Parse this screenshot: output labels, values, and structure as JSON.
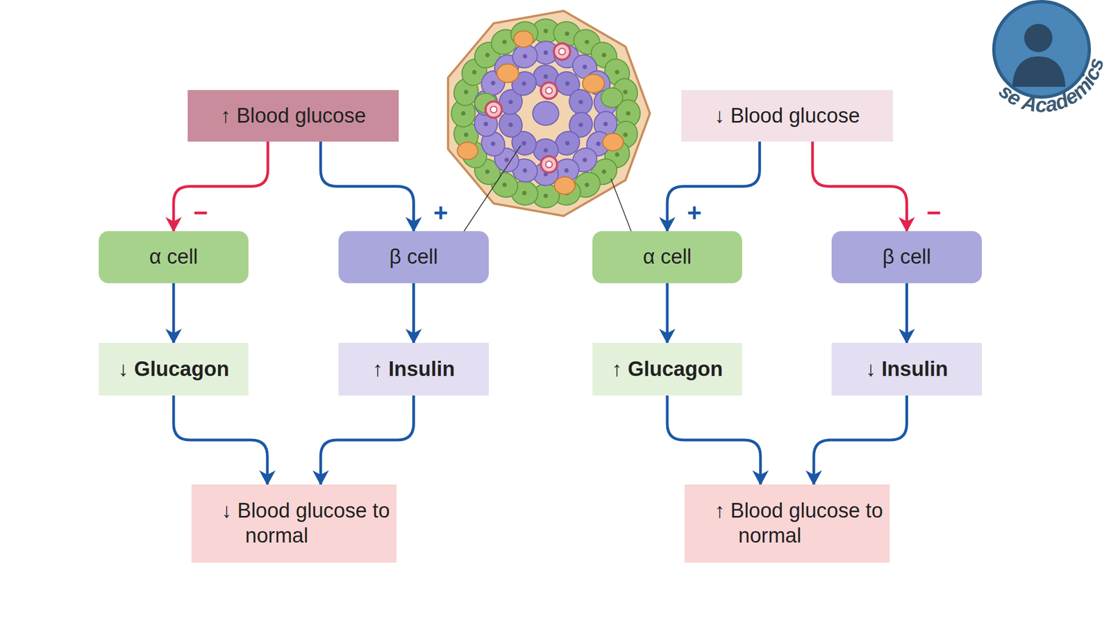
{
  "diagram": {
    "nodes": [
      {
        "text": [
          "↑ Blood glucose"
        ]
      },
      {
        "text": [
          "↓ Blood glucose"
        ]
      },
      {
        "text": [
          "α cell"
        ]
      },
      {
        "text": [
          "β cell"
        ]
      },
      {
        "text": [
          "α cell"
        ]
      },
      {
        "text": [
          "β cell"
        ]
      },
      {
        "text": [
          "↓ Glucagon"
        ]
      },
      {
        "text": [
          "↑ Insulin"
        ]
      },
      {
        "text": [
          "↑ Glucagon"
        ]
      },
      {
        "text": [
          "↓ Insulin"
        ]
      },
      {
        "text": [
          "↓ Blood glucose to normal"
        ]
      },
      {
        "text": [
          "↑ Blood glucose to normal"
        ]
      }
    ],
    "edges": [
      {
        "from": 0,
        "to": 2,
        "arrow": "to",
        "label": "−"
      },
      {
        "from": 0,
        "to": 3,
        "arrow": "to",
        "label": "+"
      },
      {
        "from": 1,
        "to": 4,
        "arrow": "to",
        "label": "+"
      },
      {
        "from": 1,
        "to": 5,
        "arrow": "to",
        "label": "−"
      },
      {
        "from": 2,
        "to": 6,
        "arrow": "to"
      },
      {
        "from": 3,
        "to": 7,
        "arrow": "to"
      },
      {
        "from": 4,
        "to": 8,
        "arrow": "to"
      },
      {
        "from": 5,
        "to": 9,
        "arrow": "to"
      },
      {
        "from": 6,
        "to": 10,
        "arrow": "to"
      },
      {
        "from": 7,
        "to": 10,
        "arrow": "to"
      },
      {
        "from": 8,
        "to": 11,
        "arrow": "to"
      },
      {
        "from": 9,
        "to": 11,
        "arrow": "to"
      }
    ],
    "labels": [
      "se Academics"
    ]
  }
}
